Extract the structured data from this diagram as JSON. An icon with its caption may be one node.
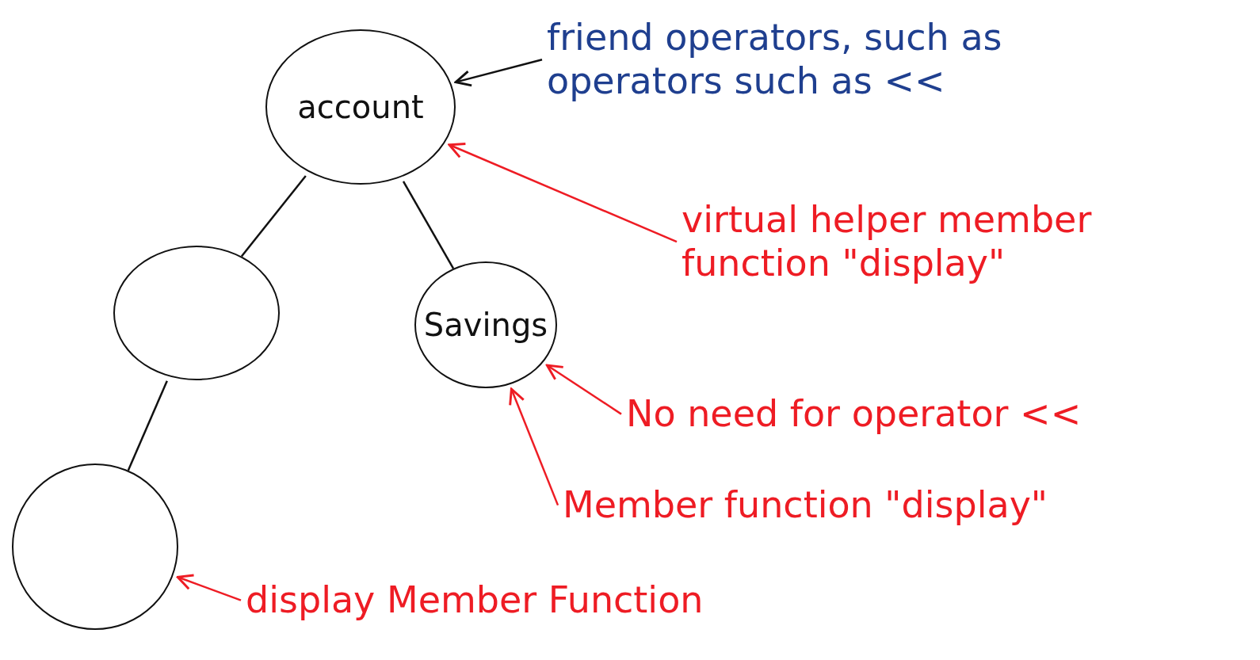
{
  "diagram": {
    "nodes": [
      {
        "text": [
          "account"
        ]
      },
      {
        "text": [],
        "shape": "circle"
      },
      {
        "text": [
          "Savings"
        ]
      },
      {
        "text": [],
        "shape": "circle"
      },
      {
        "text": [
          "friend operators, such as operators such as <<"
        ]
      },
      {
        "text": [
          "virtual helper member function \"display\""
        ]
      },
      {
        "text": [
          "No need for operator <<"
        ]
      },
      {
        "text": [
          "Member function \"display\""
        ]
      },
      {
        "text": [
          "display Member Function"
        ]
      }
    ],
    "edges": [
      {
        "from": 0,
        "to": 1,
        "arrow": "none"
      },
      {
        "from": 0,
        "to": 2,
        "arrow": "none"
      },
      {
        "from": 1,
        "to": 3,
        "arrow": "none"
      },
      {
        "from": 4,
        "to": 0,
        "arrow": "to"
      },
      {
        "from": 5,
        "to": 0,
        "arrow": "to",
        "color": "#ee1c24"
      },
      {
        "from": 6,
        "to": 2,
        "arrow": "to",
        "color": "#ee1c24"
      },
      {
        "from": 7,
        "to": 2,
        "arrow": "to",
        "color": "#ee1c24"
      },
      {
        "from": 8,
        "to": 3,
        "arrow": "to",
        "color": "#ee1c24"
      }
    ]
  }
}
